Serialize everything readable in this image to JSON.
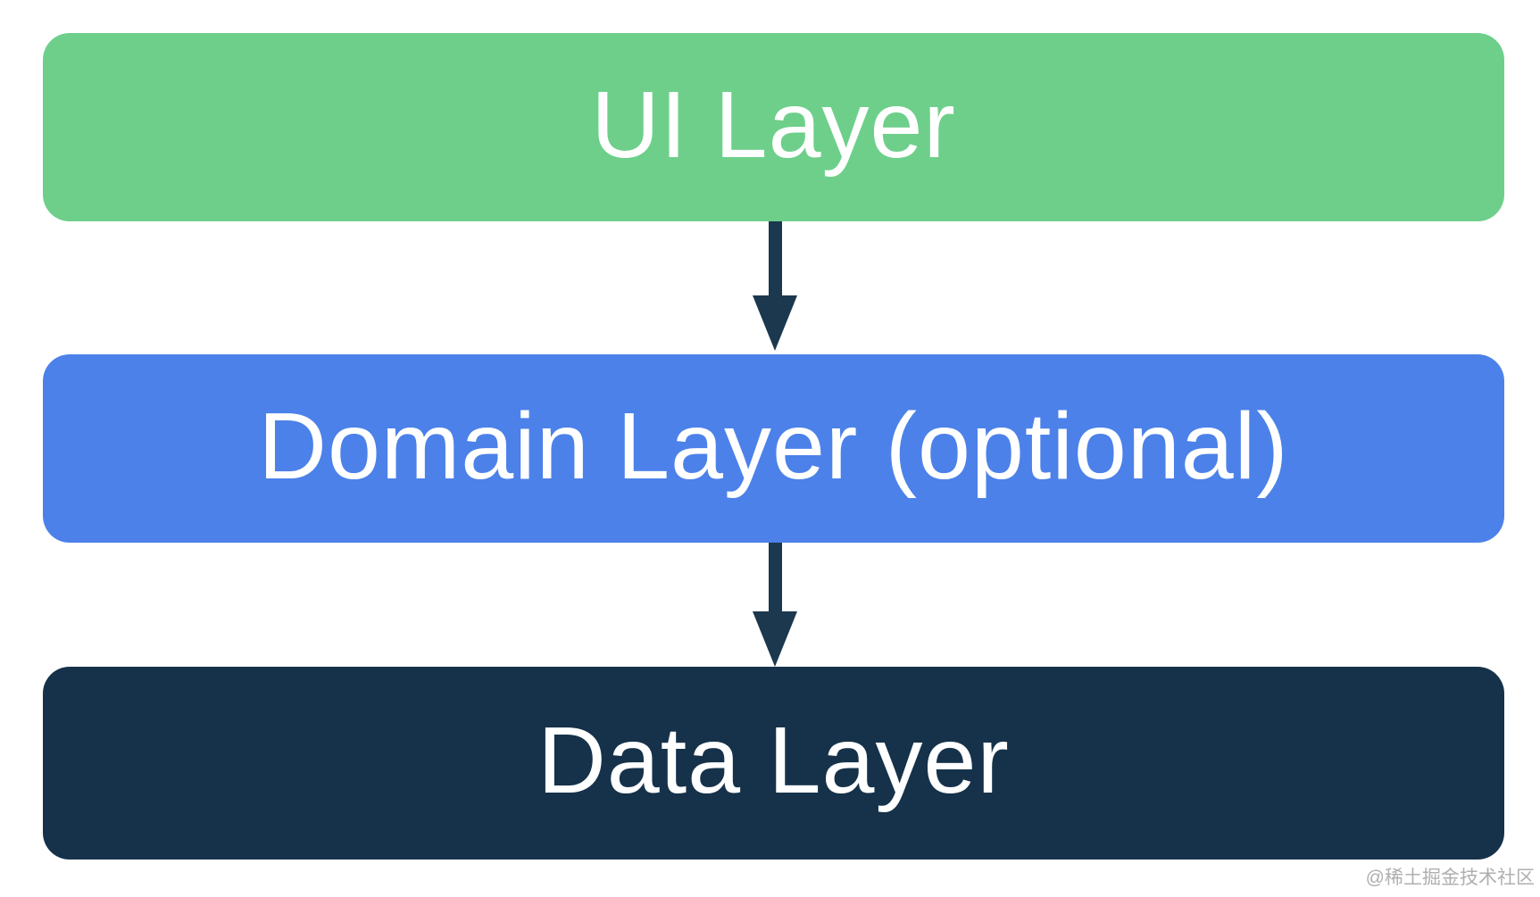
{
  "diagram": {
    "type": "layered-architecture-flow",
    "layers": [
      {
        "id": "ui",
        "label": "UI Layer"
      },
      {
        "id": "domain",
        "label": "Domain Layer (optional)"
      },
      {
        "id": "data",
        "label": "Data Layer"
      }
    ],
    "connections": [
      {
        "from": "UI Layer",
        "to": "Domain Layer (optional)",
        "direction": "down"
      },
      {
        "from": "Domain Layer (optional)",
        "to": "Data Layer",
        "direction": "down"
      }
    ]
  },
  "colors": {
    "background": "#FFFFFF",
    "ui_layer": "#6ECF8B",
    "domain_layer": "#4C81E9",
    "data_layer": "#16324A",
    "arrow": "#1B384E",
    "label_text": "#FFFFFF",
    "watermark": "#AFAFAF"
  },
  "watermark": {
    "text": "@稀土掘金技术社区"
  }
}
